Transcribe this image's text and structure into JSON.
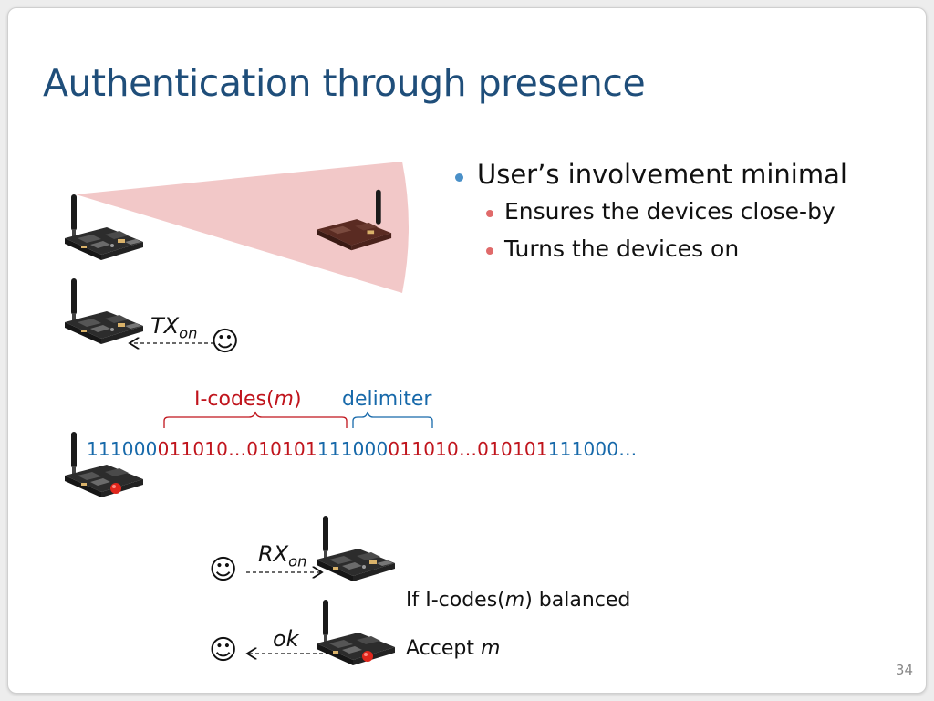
{
  "slide": {
    "title": "Authentication through presence",
    "page_number": "34"
  },
  "bullets": {
    "main": "User’s involvement minimal",
    "sub1": "Ensures the devices close-by",
    "sub2": "Turns the devices on"
  },
  "diagram": {
    "tx_label": "TX",
    "tx_sub": "on",
    "rx_label": "RX",
    "rx_sub": "on",
    "ok_label": "ok",
    "icodes_label_prefix": "I-codes(",
    "icodes_label_var": "m",
    "icodes_label_suffix": ")",
    "delimiter_label": "delimiter",
    "bit_segments": [
      {
        "text": "111000",
        "color": "blue"
      },
      {
        "text": "011010…010101",
        "color": "red"
      },
      {
        "text": "111000",
        "color": "blue"
      },
      {
        "text": "011010…010101",
        "color": "red"
      },
      {
        "text": "111000…",
        "color": "blue"
      }
    ],
    "condition_prefix": "If I-codes(",
    "condition_var": "m",
    "condition_suffix": ") balanced",
    "accept_prefix": "Accept ",
    "accept_var": "m",
    "smiley": "☺"
  },
  "colors": {
    "title": "#1f4e7a",
    "bullet_main": "#4a90c8",
    "bullet_sub": "#e06a6a",
    "icodes": "#c0141c",
    "delimiter": "#1769aa",
    "beam": "#f2c8c8"
  },
  "icons": [
    "wireless-board-icon",
    "smiley-face-icon",
    "led-icon"
  ]
}
